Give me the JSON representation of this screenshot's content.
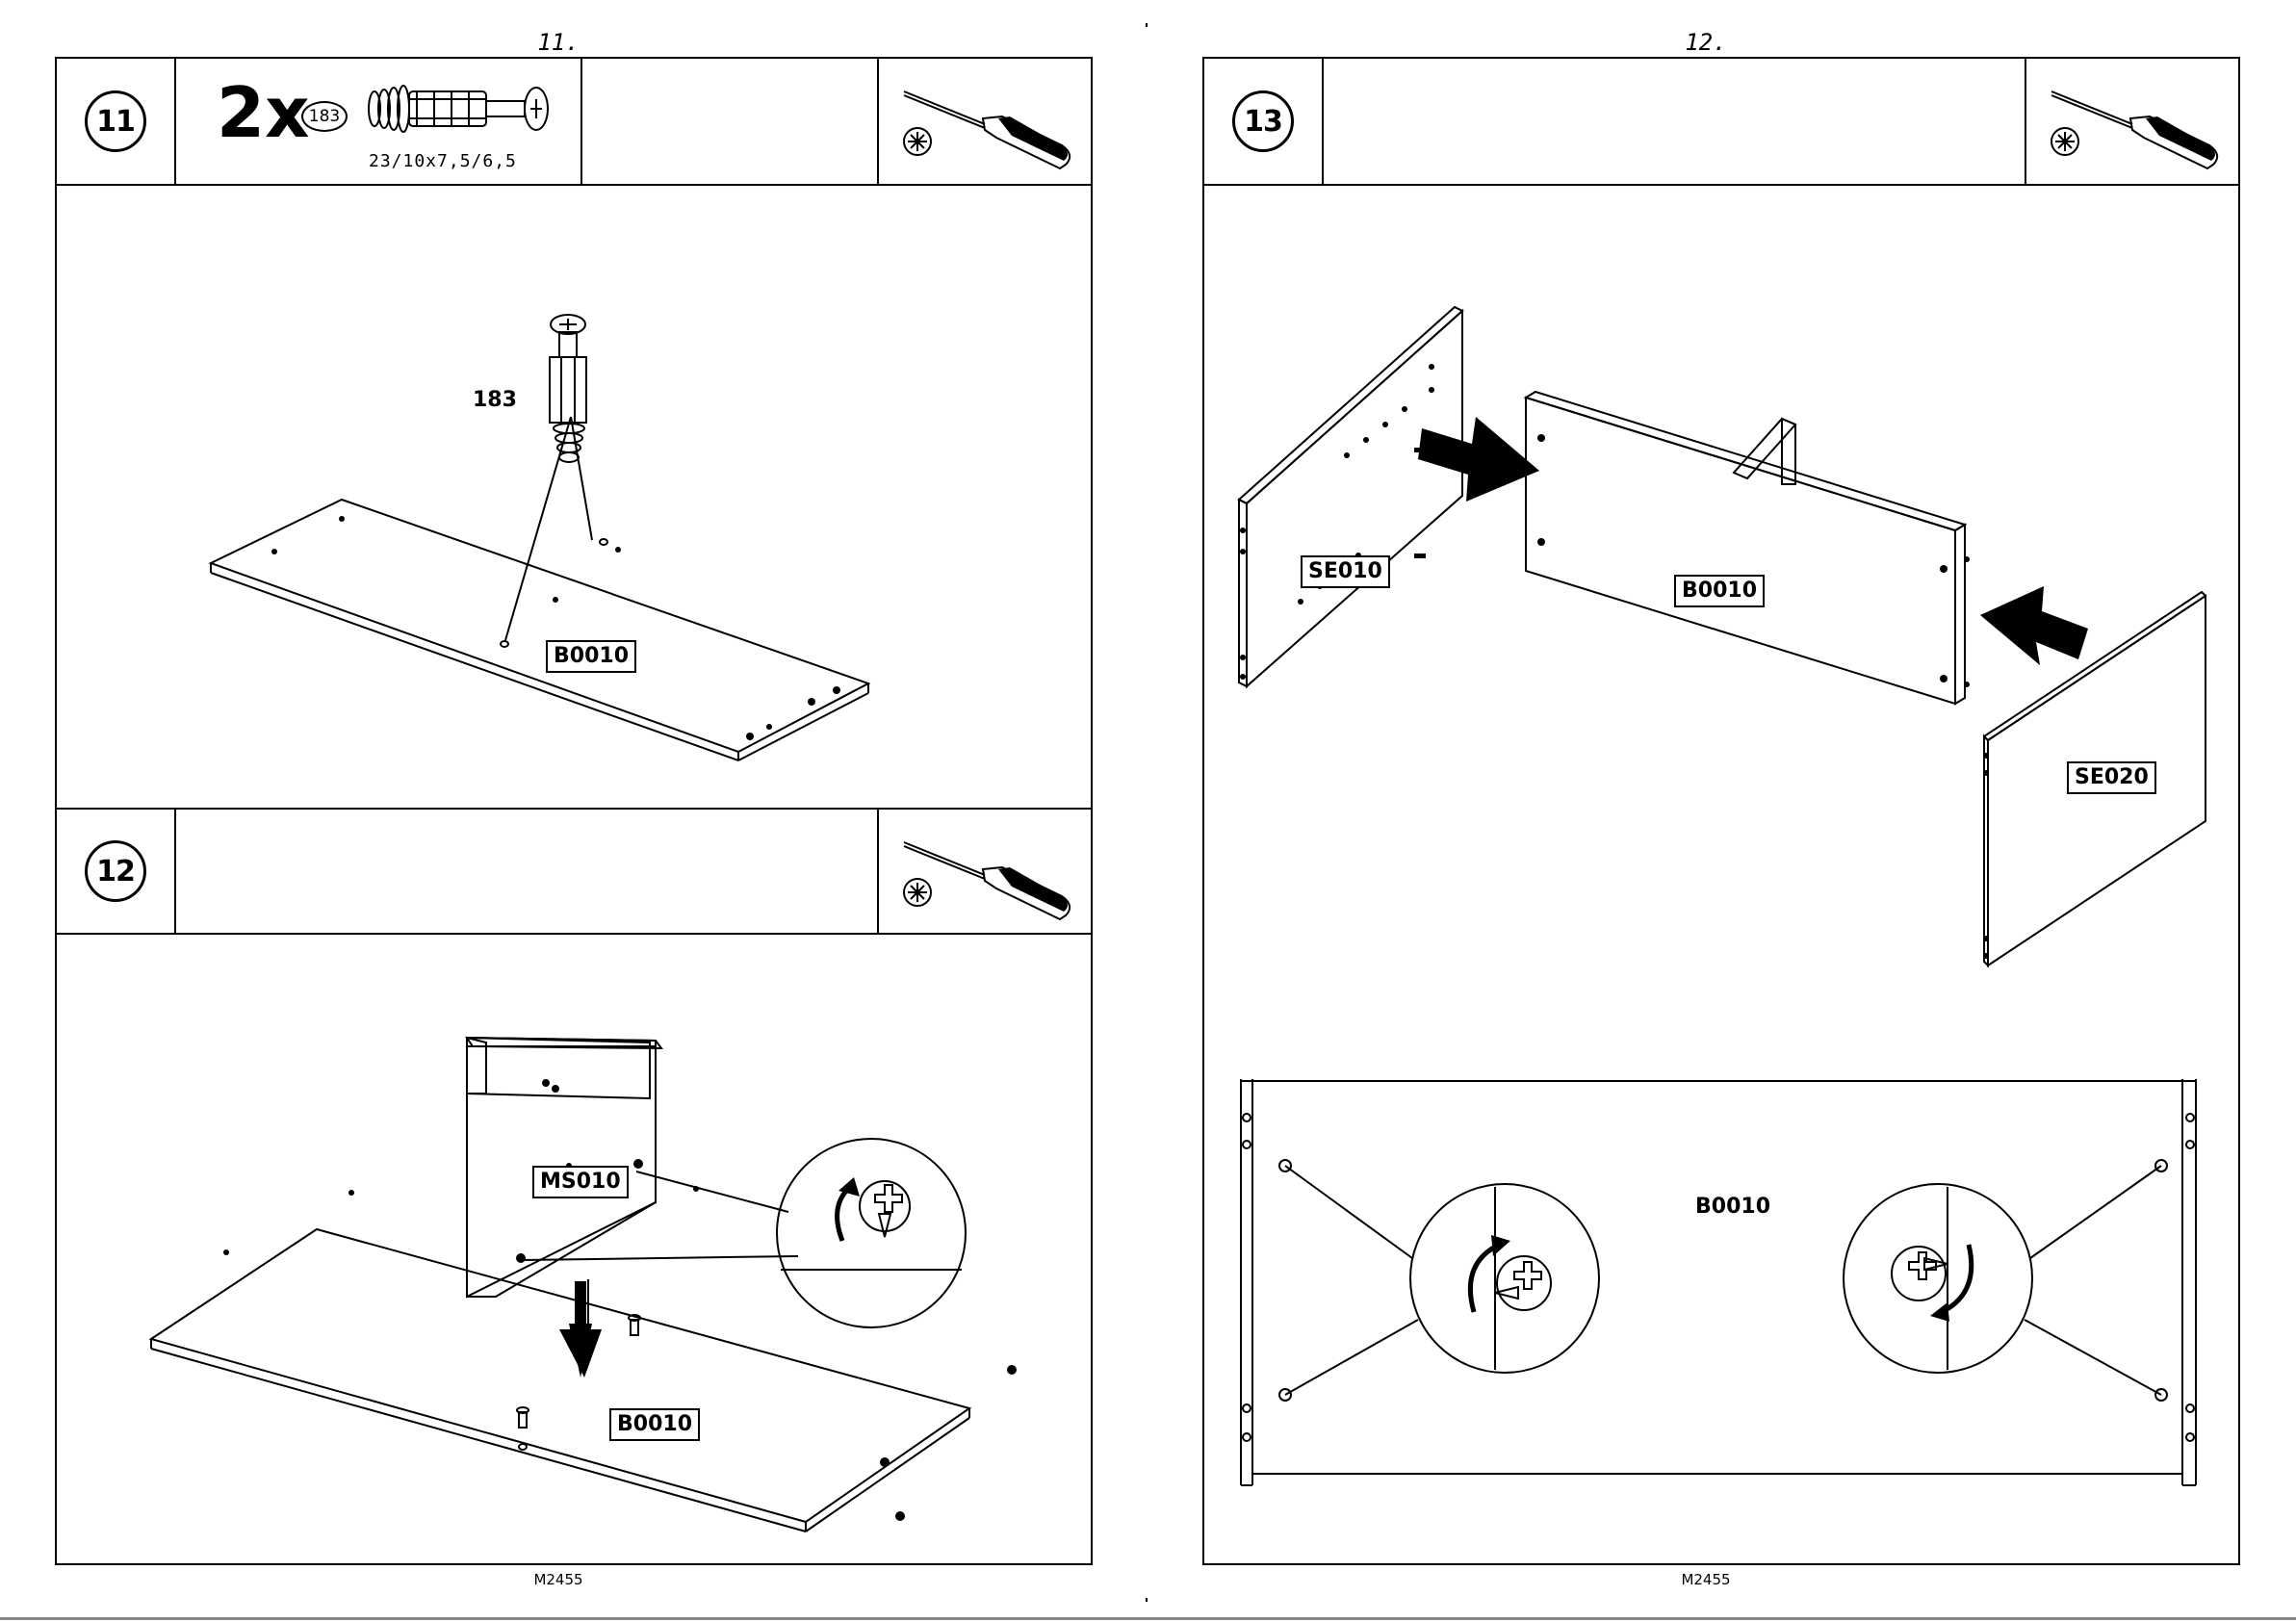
{
  "left_page": {
    "page_number": "11.",
    "footer_code": "M2455",
    "step11": {
      "number": "11",
      "quantity": "2x",
      "part_number": "183",
      "dimensions": "23/10x7,5/6,5",
      "callout_label": "183",
      "panel_label": "B0010",
      "tool": "screwdriver-icon"
    },
    "step12": {
      "number": "12",
      "side_label": "MS010",
      "panel_label": "B0010",
      "tool": "screwdriver-icon"
    }
  },
  "right_page": {
    "page_number": "12.",
    "footer_code": "M2455",
    "step13": {
      "number": "13",
      "left_side_label": "SE010",
      "back_label": "B0010",
      "right_side_label": "SE020",
      "detail_label": "B0010",
      "tool": "screwdriver-icon"
    }
  }
}
